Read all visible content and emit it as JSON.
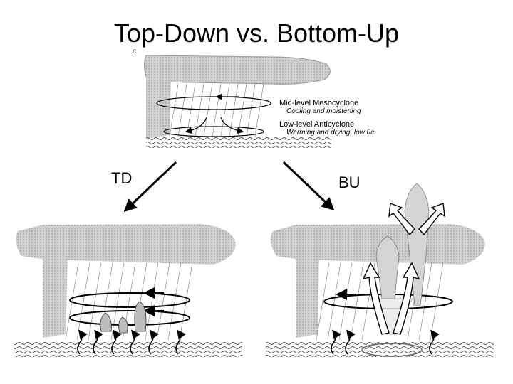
{
  "slide": {
    "title": "Top-Down vs. Bottom-Up"
  },
  "top_panel": {
    "corner_label": "c",
    "mid_level_label": "Mid-level Mesocyclone",
    "mid_level_sub": "Cooling and moistening",
    "low_level_label": "Low-level Anticyclone",
    "low_level_sub": "Warming and drying, low θe"
  },
  "branches": {
    "left": "TD",
    "right": "BU"
  },
  "colors": {
    "cloud": "#c8c8c8",
    "cloud_edge": "#9a9a9a",
    "arrow": "#000000",
    "rain": "#8a8a8a",
    "sea": "#6e6e6e"
  }
}
